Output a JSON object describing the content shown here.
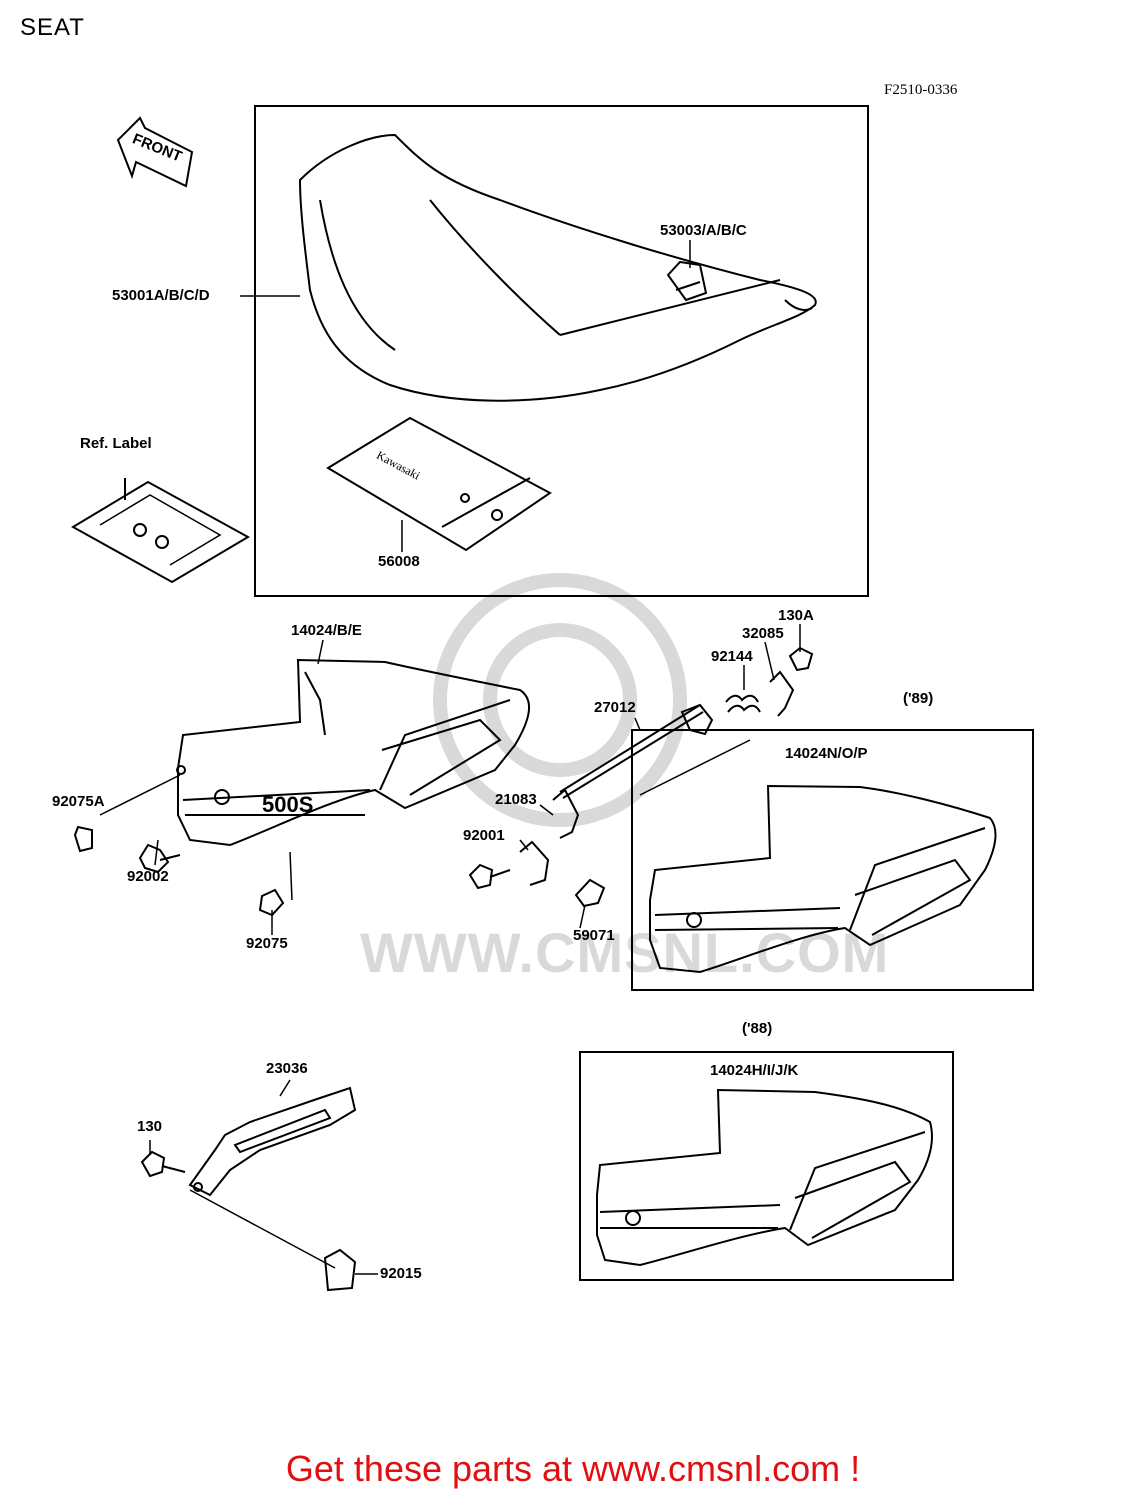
{
  "page": {
    "title": "SEAT",
    "diagram_code": "F2510-0336",
    "footer": "Get these parts at www.cmsnl.com !",
    "watermark": "WWW.CMSNL.COM"
  },
  "front_marker": "FRONT",
  "labels": {
    "p53003": "53003/A/B/C",
    "p53001": "53001A/B/C/D",
    "ref_label": "Ref.  Label",
    "p56008": "56008",
    "p14024be": "14024/B/E",
    "p130a": "130A",
    "p32085": "32085",
    "p92144": "92144",
    "p27012": "27012",
    "year89": "('89)",
    "p14024nop": "14024N/O/P",
    "p92075a": "92075A",
    "p21083": "21083",
    "p92001": "92001",
    "p92002": "92002",
    "p59071": "59071",
    "p92075": "92075",
    "year88": "('88)",
    "p23036": "23036",
    "p14024hijk": "14024H/I/J/K",
    "p130": "130",
    "p92015": "92015"
  },
  "colors": {
    "footer": "#e01010",
    "line": "#000000",
    "watermark": "#d9d9d9"
  }
}
